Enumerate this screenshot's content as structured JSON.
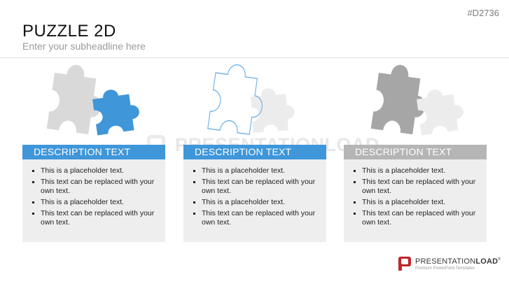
{
  "slide": {
    "code": "#D2736",
    "title": "PUZZLE 2D",
    "subtitle": "Enter your subheadline here"
  },
  "watermark": {
    "text": "PRESENTATIONLOAD"
  },
  "columns": [
    {
      "heading": "DESCRIPTION TEXT",
      "color": "#3f96d9",
      "bullets": [
        "This is a placeholder text.",
        "This text can be replaced with your own text.",
        "This is a placeholder text.",
        "This text can be replaced with your own text."
      ]
    },
    {
      "heading": "DESCRIPTION TEXT",
      "color": "#3f96d9",
      "bullets": [
        "This is a placeholder text.",
        "This text can be replaced with your own text.",
        "This is a placeholder text.",
        "This text can be replaced with your own text."
      ]
    },
    {
      "heading": "DESCRIPTION TEXT",
      "color": "#b5b5b5",
      "bullets": [
        "This is a placeholder text.",
        "This text can be replaced with your own text.",
        "This is a placeholder text.",
        "This text can be replaced with your own text."
      ]
    }
  ],
  "puzzle_art": [
    {
      "back": "light-gray-piece",
      "front": "blue-piece"
    },
    {
      "back": "outlined-piece",
      "front": "faint-gray-piece"
    },
    {
      "back": "dark-gray-piece",
      "front": "faint-gray-piece"
    }
  ],
  "logo": {
    "name_light": "PRESENTATION",
    "name_bold": "LOAD",
    "reg": "®",
    "tagline": "Premium PowerPoint Templates",
    "color": "#c0272d"
  },
  "colors": {
    "blue": "#3f96d9",
    "light_gray": "#d9d9d9",
    "dark_gray": "#a6a6a6",
    "faint_gray": "#ececec",
    "outline_blue": "#6fb0e6"
  }
}
